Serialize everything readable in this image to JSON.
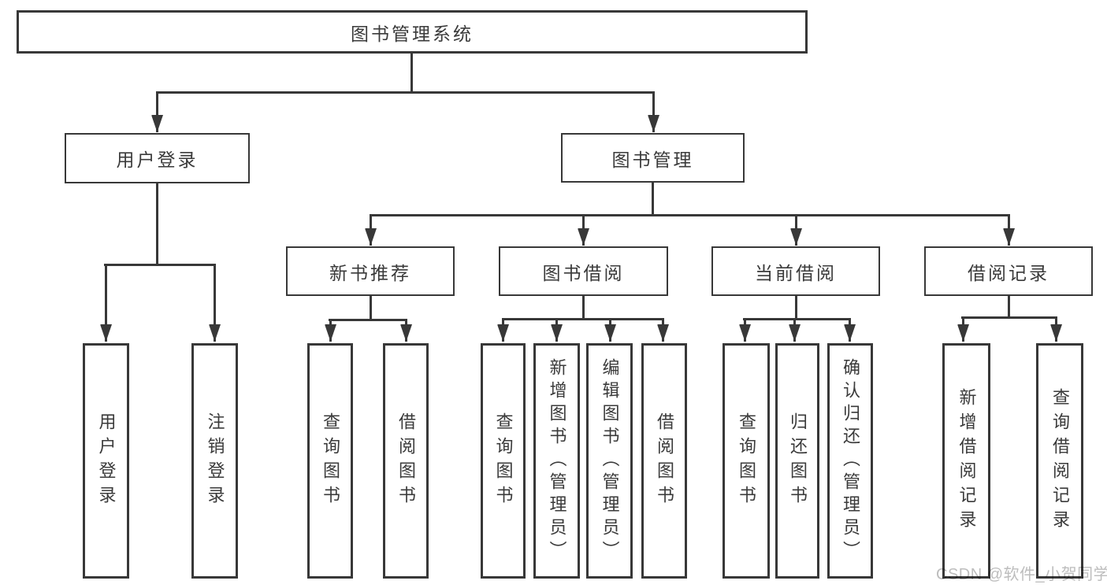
{
  "colors": {
    "line": "#383838",
    "text": "#3a3a3a",
    "bg": "#ffffff",
    "wm": "#bdbdbd"
  },
  "watermark": {
    "text": "CSDN @软件_小贺同学"
  },
  "tree": {
    "root": {
      "label": "图书管理系统",
      "children": [
        {
          "label": "用户登录",
          "children": [
            {
              "label": "用户登录"
            },
            {
              "label": "注销登录"
            }
          ]
        },
        {
          "label": "图书管理",
          "children": [
            {
              "label": "新书推荐",
              "children": [
                {
                  "label": "查询图书"
                },
                {
                  "label": "借阅图书"
                }
              ]
            },
            {
              "label": "图书借阅",
              "children": [
                {
                  "label": "查询图书"
                },
                {
                  "label": "新增图书（管理员）"
                },
                {
                  "label": "编辑图书（管理员）"
                },
                {
                  "label": "借阅图书"
                }
              ]
            },
            {
              "label": "当前借阅",
              "children": [
                {
                  "label": "查询图书"
                },
                {
                  "label": "归还图书"
                },
                {
                  "label": "确认归还（管理员）"
                }
              ]
            },
            {
              "label": "借阅记录",
              "children": [
                {
                  "label": "新增借阅记录"
                },
                {
                  "label": "查询借阅记录"
                }
              ]
            }
          ]
        }
      ]
    }
  }
}
